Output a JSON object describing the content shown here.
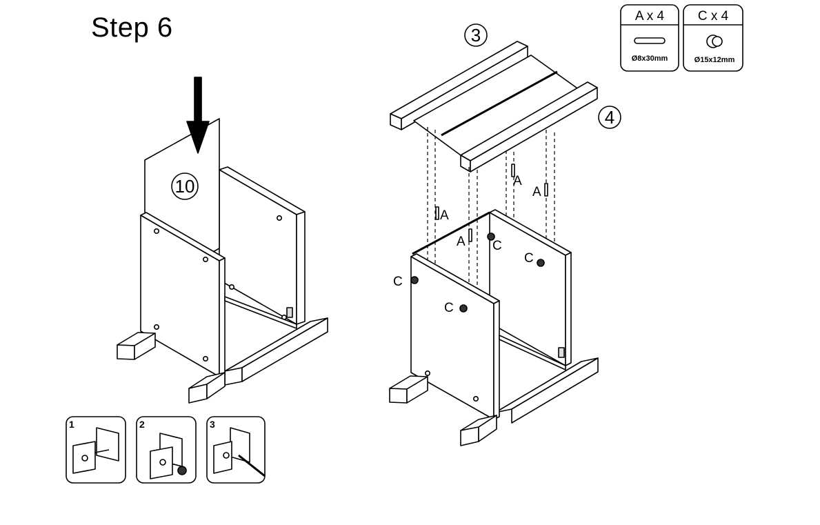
{
  "title": "Step 6",
  "parts": {
    "panel": "10",
    "top_left": "3",
    "top_right": "4"
  },
  "hardware": [
    {
      "head": "A x 4",
      "size": "Ø8x30mm",
      "icon": "dowel-icon"
    },
    {
      "head": "C x 4",
      "size": "Ø15x12mm",
      "icon": "cam-lock-icon"
    }
  ],
  "fastener_labels": {
    "dowel": "A",
    "cam": "C"
  },
  "substeps": [
    "1",
    "2",
    "3"
  ]
}
